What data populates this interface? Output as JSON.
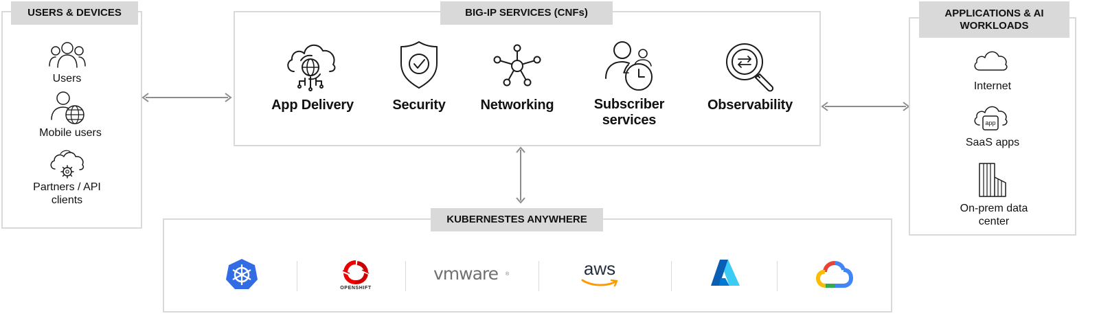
{
  "users_devices": {
    "title": "USERS & DEVICES",
    "items": [
      {
        "label": "Users",
        "icon": "users-icon"
      },
      {
        "label": "Mobile users",
        "icon": "mobile-user-globe-icon"
      },
      {
        "label": "Partners / API clients",
        "icon": "cloud-gear-icon"
      }
    ]
  },
  "big_ip": {
    "title": "BIG-IP SERVICES (CNFs)",
    "services": [
      {
        "label": "App Delivery",
        "icon": "cloud-globe-icon"
      },
      {
        "label": "Security",
        "icon": "shield-check-icon"
      },
      {
        "label": "Networking",
        "icon": "network-hub-icon"
      },
      {
        "label": "Subscriber services",
        "icon": "subscriber-clock-icon"
      },
      {
        "label": "Observability",
        "icon": "magnifier-arrows-icon"
      }
    ]
  },
  "applications": {
    "title": "APPLICATIONS & AI WORKLOADS",
    "items": [
      {
        "label": "Internet",
        "icon": "cloud-icon"
      },
      {
        "label": "SaaS apps",
        "icon": "cloud-app-icon",
        "badge": "app"
      },
      {
        "label": "On-prem data center",
        "icon": "building-icon"
      }
    ]
  },
  "kubernetes": {
    "title": "KUBERNESTES ANYWHERE",
    "logos": [
      {
        "name": "kubernetes-logo",
        "color": "#326ce5"
      },
      {
        "name": "openshift-logo",
        "text": "OPENSHIFT",
        "color": "#ee0000"
      },
      {
        "name": "vmware-logo",
        "text": "vmware",
        "color": "#717074"
      },
      {
        "name": "aws-logo",
        "text": "aws",
        "color": "#232f3e",
        "accent": "#ff9900"
      },
      {
        "name": "azure-logo",
        "color": "#0078d4"
      },
      {
        "name": "google-cloud-logo",
        "colors": [
          "#ea4335",
          "#4285f4",
          "#34a853",
          "#fbbc05"
        ]
      }
    ]
  },
  "colors": {
    "panel_border": "#d9d9d9",
    "tag_bg": "#d9d9d9",
    "arrow": "#8c8c8c"
  }
}
